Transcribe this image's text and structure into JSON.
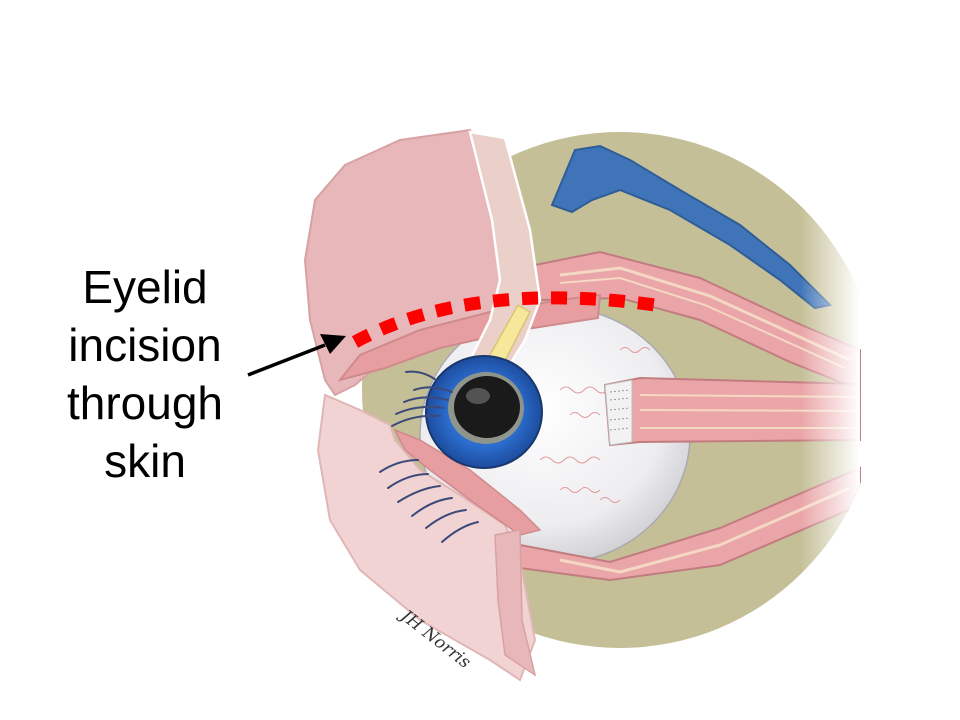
{
  "label": {
    "lines": [
      "Eyelid",
      "incision",
      "through",
      "skin"
    ]
  },
  "signature": "JH Norris",
  "colors": {
    "orbit": "#c5bf97",
    "skin": "#e8b7b9",
    "skin_light": "#f2d3d3",
    "muscle": "#e9a5a7",
    "muscle_stripe": "#f4d8c4",
    "fat_pad": "#3f74b8",
    "iris": "#2a6cc8",
    "globe": "#f2f2f4",
    "incision": "#ff0000",
    "lashes": "#3b4a7a",
    "tarsus": "#f6e79a"
  },
  "icons": [
    "arrow-icon"
  ]
}
